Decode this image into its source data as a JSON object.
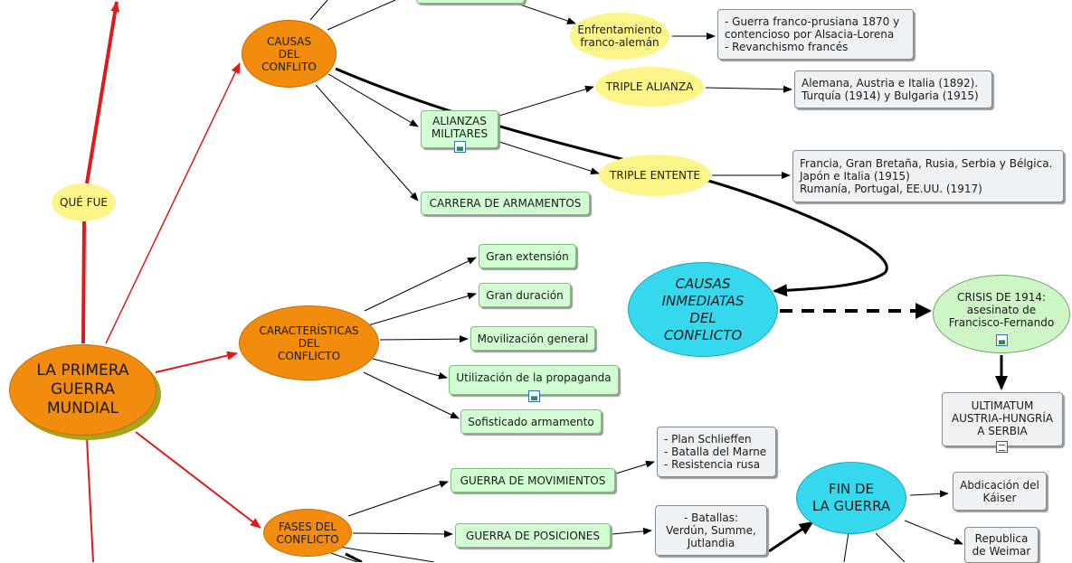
{
  "main_topic": "LA PRIMERA\nGUERRA\nMUNDIAL",
  "que_fue": "QUÉ FUE",
  "causas": {
    "label": "CAUSAS\nDEL\nCONFLITO",
    "enfrentamiento": "Enfrentamiento\nfranco-alemán",
    "enfrentamiento_note": "- Guerra franco-prusiana 1870 y\n  contencioso por Alsacia-Lorena\n- Revanchismo francés",
    "alianzas": "ALIANZAS\nMILITARES",
    "triple_alianza": "TRIPLE ALIANZA",
    "triple_alianza_note": "Alemana, Austria e Italia (1892).\nTurquía (1914) y Bulgaria (1915)",
    "triple_entente": "TRIPLE ENTENTE",
    "triple_entente_note": "Francia, Gran Bretaña, Rusia, Serbia y Bélgica.\nJapón e Italia (1915)\nRumanía, Portugal, EE.UU. (1917)",
    "carrera": "CARRERA DE ARMAMENTOS"
  },
  "causas_inmediatas": "CAUSAS\nINMEDIATAS\nDEL\nCONFLICTO",
  "crisis": "CRISIS DE 1914:\nasesinato de\nFrancisco-Fernando",
  "ultimatum": "ULTIMATUM\nAUSTRIA-HUNGRÍA\nA SERBIA",
  "caracteristicas": {
    "label": "CARACTERÍSTICAS\nDEL\nCONFLICTO",
    "items": [
      "Gran extensión",
      "Gran duración",
      "Movilización general",
      "Utilización de la propaganda",
      "Sofisticado armamento"
    ]
  },
  "fases": {
    "label": "FASES DEL\nCONFLICTO",
    "movimientos": "GUERRA DE MOVIMIENTOS",
    "movimientos_note": "- Plan Schlieffen\n- Batalla del Marne\n- Resistencia rusa",
    "posiciones": "GUERRA DE POSICIONES",
    "posiciones_note": "- Batallas:\nVerdún, Summe,\nJutlandia"
  },
  "fin": {
    "label": "FIN DE\nLA GUERRA",
    "abdicacion": "Abdicación del\nKáiser",
    "republica": "Republica\nde Weimar"
  },
  "colors": {
    "orange": "#f28c0f",
    "yellow": "#fcf58a",
    "green": "#d2fcd2",
    "cyan": "#36d8ee",
    "red_link": "#e01a1a"
  }
}
